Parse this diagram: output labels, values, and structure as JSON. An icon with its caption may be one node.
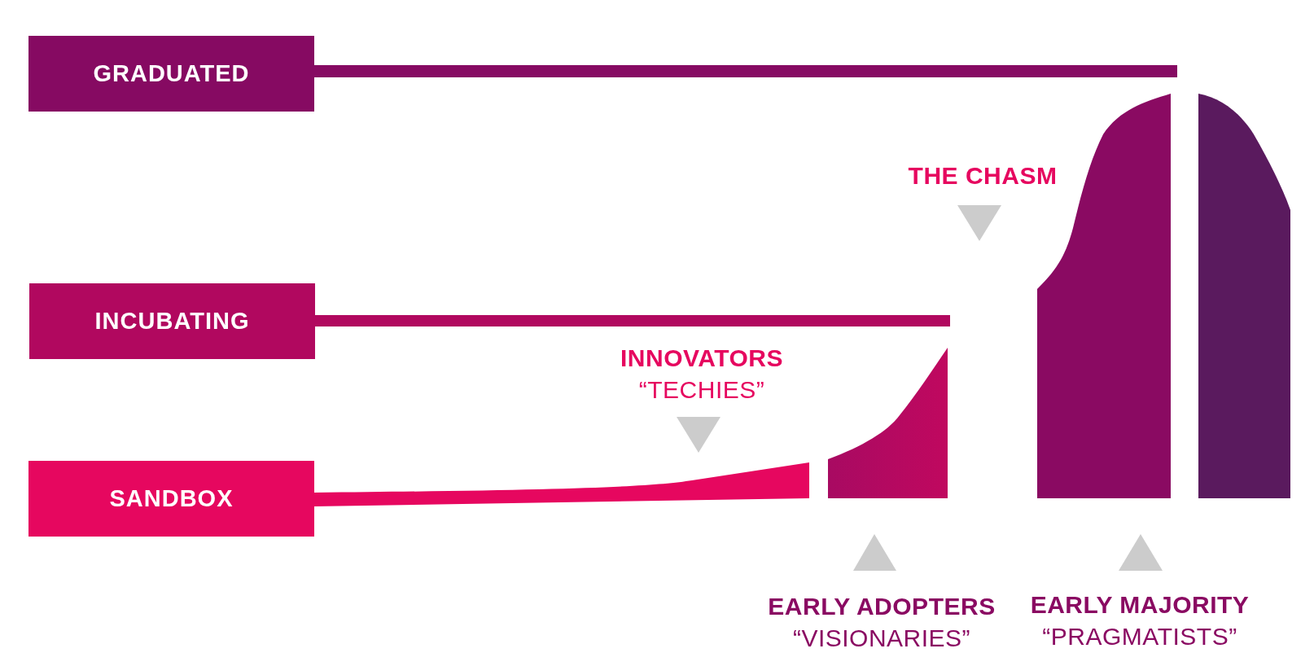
{
  "diagram": {
    "nodes": [
      {
        "text": [
          "GRADUATED"
        ]
      },
      {
        "text": [
          "INCUBATING"
        ]
      },
      {
        "text": [
          "SANDBOX"
        ]
      }
    ],
    "labels": [
      "THE CHASM",
      "INNOVATORS",
      "“TECHIES”",
      "EARLY ADOPTERS",
      "“VISIONARIES”",
      "EARLY MAJORITY",
      "“PRAGMATISTS”"
    ]
  }
}
